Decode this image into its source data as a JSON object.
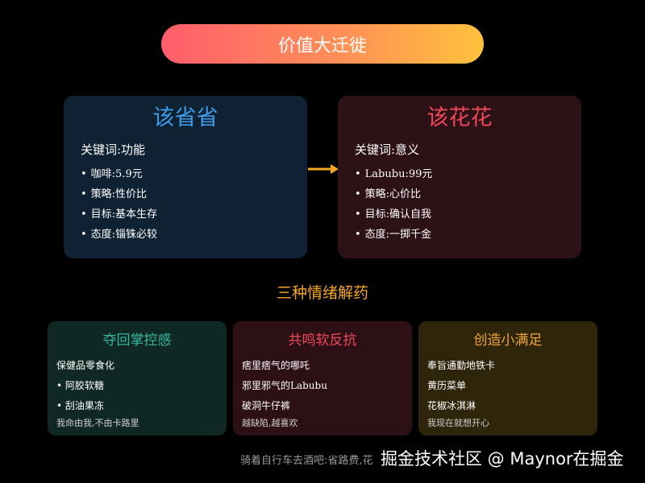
{
  "title": "价值大迁徙",
  "colors": {
    "background": "#000000",
    "title_gradient_start": "#ff5d6c",
    "title_gradient_end": "#ffc23d",
    "left_card_bg": "#0f2233",
    "left_card_title": "#3d9be9",
    "right_card_bg": "#2c1116",
    "right_card_title": "#f0485a",
    "arrow": "#f5a623",
    "section_heading": "#f5a623"
  },
  "comparison": {
    "left": {
      "title": "该省省",
      "keyword": "关键词:功能",
      "items": [
        "咖啡:5.9元",
        "策略:性价比",
        "目标:基本生存",
        "态度:锱铢必较"
      ]
    },
    "right": {
      "title": "该花花",
      "keyword": "关键词:意义",
      "items": [
        "Labubu:99元",
        "策略:心价比",
        "目标:确认自我",
        "态度:一掷千金"
      ]
    }
  },
  "section_heading": "三种情绪解药",
  "cards": [
    {
      "title": "夺回掌控感",
      "lines": [
        "保健品零食化",
        "• 阿胶软糖",
        "• 刮油果冻"
      ],
      "note": "我命由我,不由卡路里"
    },
    {
      "title": "共鸣软反抗",
      "lines": [
        "痞里痞气的哪吒",
        "邪里邪气的Labubu",
        "破洞牛仔裤"
      ],
      "note": "越缺陷,越喜欢"
    },
    {
      "title": "创造小满足",
      "lines": [
        "奉旨通勤地铁卡",
        "黄历菜单",
        "花椒冰淇淋"
      ],
      "note": "我现在就想开心"
    }
  ],
  "footer": "骑着自行车去酒吧:省路费,花",
  "watermark": "掘金技术社区 @ Maynor在掘金"
}
